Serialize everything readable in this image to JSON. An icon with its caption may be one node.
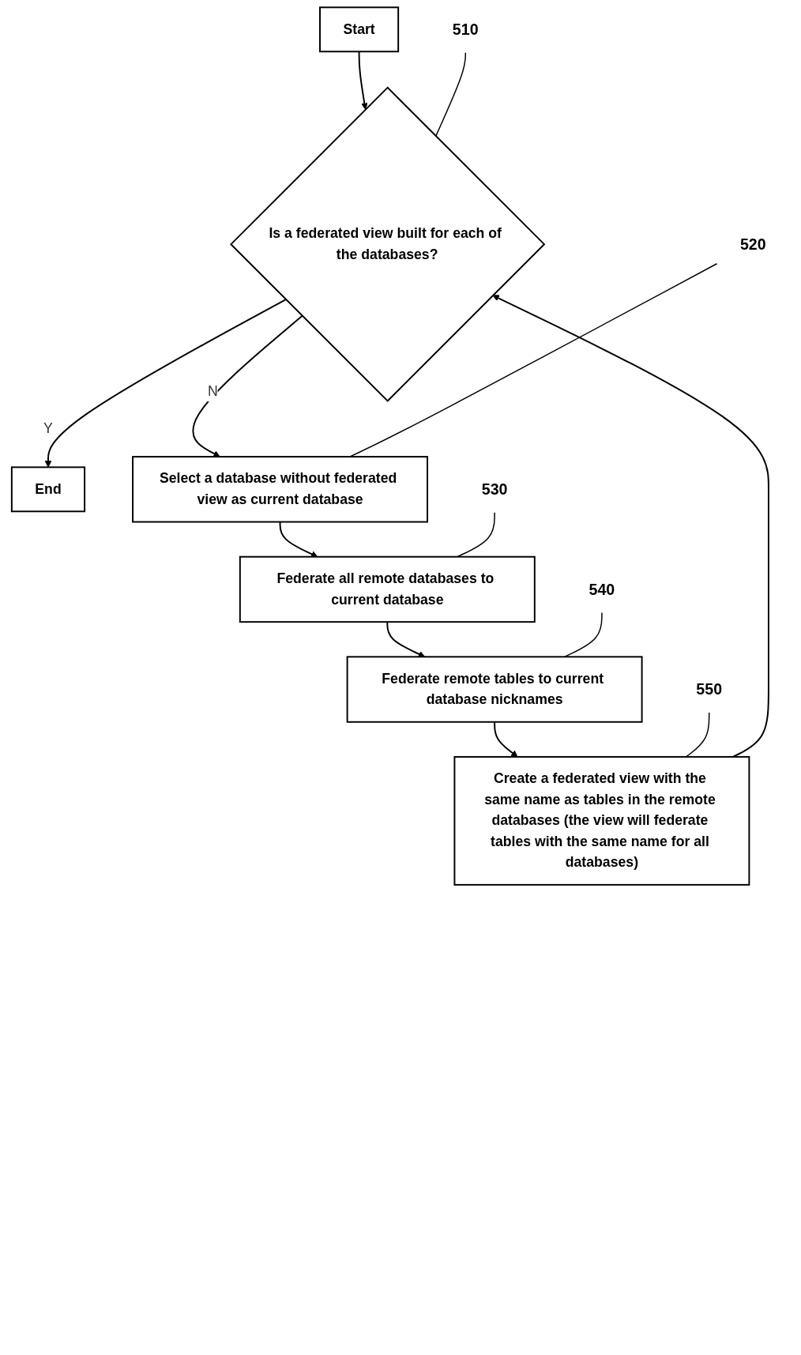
{
  "diagram": {
    "nodes": [
      {
        "text": [
          "Start"
        ]
      },
      {
        "text": [
          "Is a federated view built for each of the databases?"
        ]
      },
      {
        "text": [
          "End"
        ]
      },
      {
        "text": [
          "Select a database without federated view as current database"
        ]
      },
      {
        "text": [
          "Federate all remote databases to current database"
        ]
      },
      {
        "text": [
          "Federate remote tables to current database nicknames"
        ]
      },
      {
        "text": [
          "Create a federated view with the same name as tables in the remote databases (the view will federate tables with the same name for all databases)"
        ]
      },
      {
        "text": [
          "510"
        ]
      },
      {
        "text": [
          "520"
        ]
      },
      {
        "text": [
          "530"
        ]
      },
      {
        "text": [
          "540"
        ]
      },
      {
        "text": [
          "550"
        ]
      }
    ],
    "edges": [
      {
        "from": 0,
        "to": 1,
        "arrow": "to"
      },
      {
        "from": 1,
        "to": 2,
        "label": "Y",
        "arrow": "to"
      },
      {
        "from": 1,
        "to": 3,
        "label": "N",
        "arrow": "to"
      },
      {
        "from": 3,
        "to": 4,
        "arrow": "to"
      },
      {
        "from": 4,
        "to": 5,
        "arrow": "to"
      },
      {
        "from": 5,
        "to": 6,
        "arrow": "to"
      },
      {
        "from": 6,
        "to": 1,
        "arrow": "to"
      },
      {
        "from": 7,
        "to": 1,
        "arrow": "none"
      },
      {
        "from": 8,
        "to": 3,
        "arrow": "none"
      },
      {
        "from": 9,
        "to": 4,
        "arrow": "none"
      },
      {
        "from": 10,
        "to": 5,
        "arrow": "none"
      },
      {
        "from": 11,
        "to": 6,
        "arrow": "none"
      }
    ]
  }
}
